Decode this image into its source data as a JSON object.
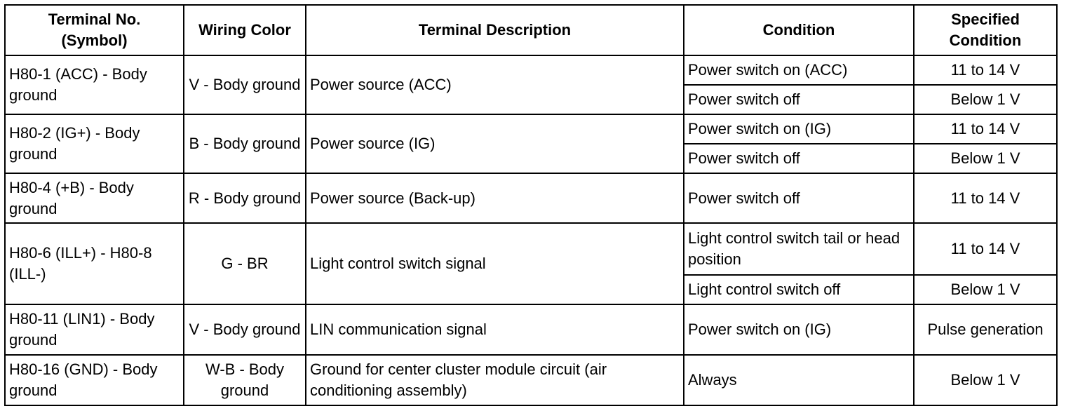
{
  "table": {
    "headers": [
      {
        "line1": "Terminal No.",
        "line2": "(Symbol)"
      },
      {
        "line1": "Wiring Color",
        "line2": ""
      },
      {
        "line1": "Terminal Description",
        "line2": ""
      },
      {
        "line1": "Condition",
        "line2": ""
      },
      {
        "line1": "Specified",
        "line2": "Condition"
      }
    ],
    "rows": [
      {
        "terminal": "H80-1 (ACC) - Body ground",
        "wiring": "V - Body ground",
        "description": "Power source (ACC)",
        "conditions": [
          {
            "condition": "Power switch on (ACC)",
            "spec": "11 to 14 V"
          },
          {
            "condition": "Power switch off",
            "spec": "Below 1 V"
          }
        ]
      },
      {
        "terminal": "H80-2 (IG+) - Body ground",
        "wiring": "B - Body ground",
        "description": "Power source (IG)",
        "conditions": [
          {
            "condition": "Power switch on (IG)",
            "spec": "11 to 14 V"
          },
          {
            "condition": "Power switch off",
            "spec": "Below 1 V"
          }
        ]
      },
      {
        "terminal": "H80-4 (+B) - Body ground",
        "wiring": "R - Body ground",
        "description": "Power source (Back-up)",
        "conditions": [
          {
            "condition": "Power switch off",
            "spec": "11 to 14 V"
          }
        ]
      },
      {
        "terminal": "H80-6 (ILL+) - H80-8 (ILL-)",
        "wiring": "G - BR",
        "description": "Light control switch signal",
        "conditions": [
          {
            "condition": "Light control switch tail or head position",
            "spec": "11 to 14 V"
          },
          {
            "condition": "Light control switch off",
            "spec": "Below 1 V"
          }
        ]
      },
      {
        "terminal": "H80-11 (LIN1) - Body ground",
        "wiring": "V - Body ground",
        "description": "LIN communication signal",
        "conditions": [
          {
            "condition": "Power switch on (IG)",
            "spec": "Pulse generation"
          }
        ]
      },
      {
        "terminal": "H80-16 (GND) - Body ground",
        "wiring": "W-B - Body ground",
        "description": "Ground for center cluster module circuit (air conditioning assembly)",
        "conditions": [
          {
            "condition": "Always",
            "spec": "Below 1 V"
          }
        ]
      }
    ]
  }
}
